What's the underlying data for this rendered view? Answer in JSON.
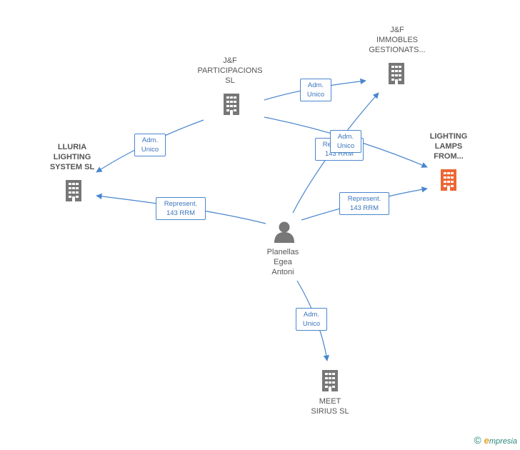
{
  "colors": {
    "edge": "#4a86cf",
    "building": "#777777",
    "building_highlight": "#ee6633",
    "person": "#777777"
  },
  "nodes": {
    "jf_participacions": {
      "label": "J&F\nPARTICIPACIONS\nSL"
    },
    "jf_immobles": {
      "label": "J&F\nIMMOBLES\nGESTIONATS..."
    },
    "lluria": {
      "label": "LLURIA\nLIGHTING\nSYSTEM  SL"
    },
    "lighting_lamps": {
      "label": "LIGHTING\nLAMPS\nFROM..."
    },
    "planellas": {
      "label": "Planellas\nEgea\nAntoni"
    },
    "meet_sirius": {
      "label": "MEET\nSIRIUS  SL"
    }
  },
  "edges": {
    "jfp_to_immobles": "Adm.\nUnico",
    "jfp_to_lluria": "Adm.\nUnico",
    "jfp_to_lighting": "Represent.\n143 RRM",
    "pers_to_immobles": "Adm.\nUnico",
    "pers_to_lluria": "Represent.\n143 RRM",
    "pers_to_lighting": "Represent.\n143 RRM",
    "pers_to_meet": "Adm.\nUnico"
  },
  "brand": {
    "copyright": "©",
    "initial": "e",
    "name": "mpresia"
  }
}
